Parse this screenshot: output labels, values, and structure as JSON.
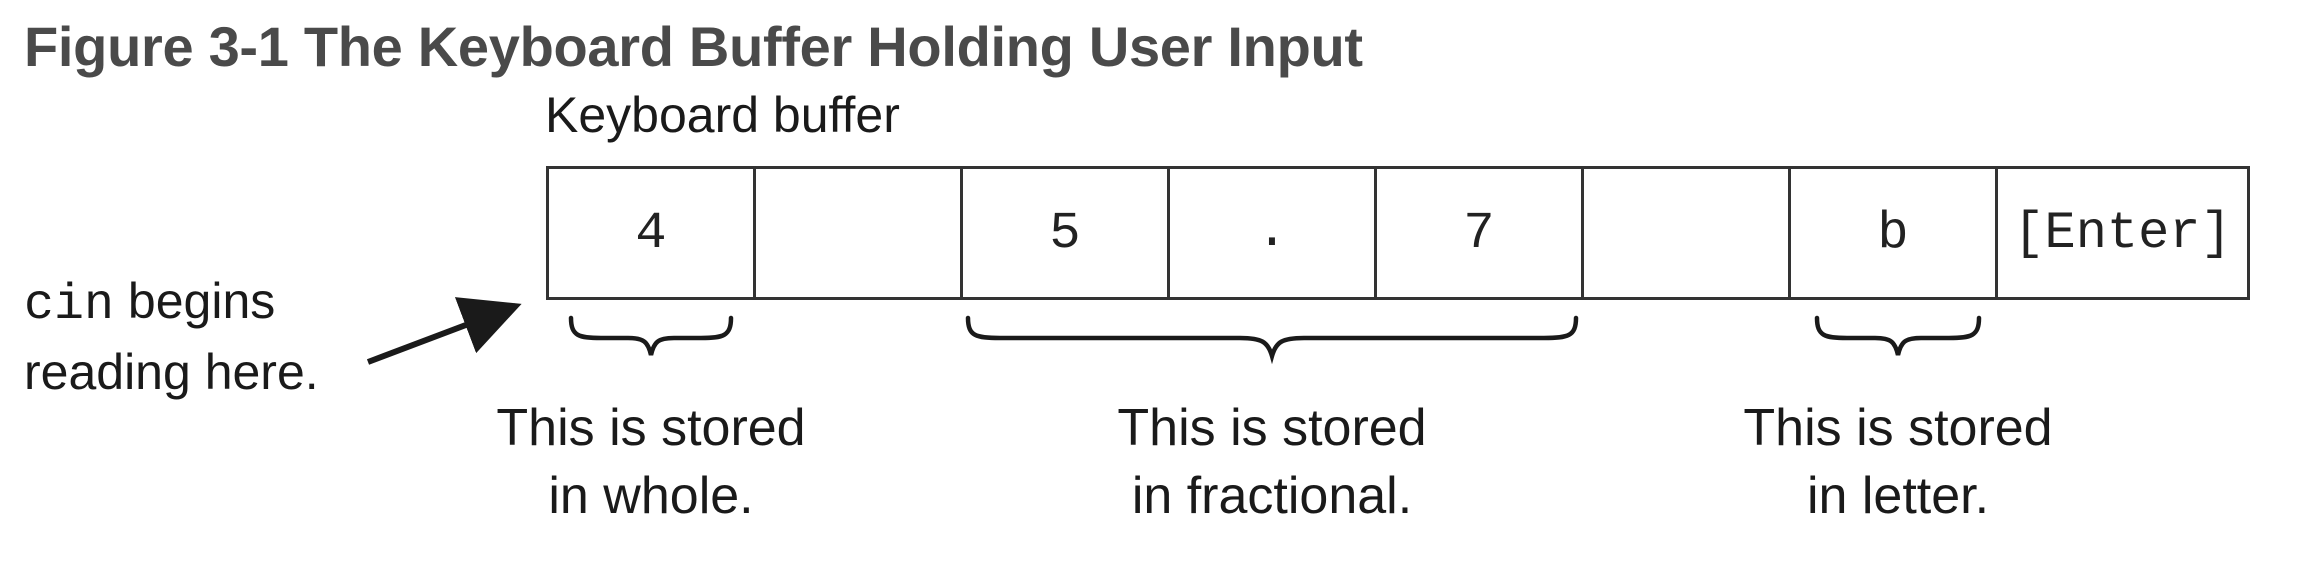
{
  "figure": {
    "title": "Figure 3-1 The Keyboard Buffer Holding User Input",
    "buffer_label": "Keyboard buffer"
  },
  "buffer": {
    "cells": [
      "4",
      "",
      "5",
      ".",
      "7",
      "",
      "b",
      "[Enter]"
    ]
  },
  "start_pointer": {
    "code": "cin",
    "text_line1_rest": " begins",
    "text_line2": "reading here."
  },
  "groups": [
    {
      "line1": "This is stored",
      "line2": "in whole."
    },
    {
      "line1": "This is stored",
      "line2": "in fractional."
    },
    {
      "line1": "This is stored",
      "line2": "in letter."
    }
  ],
  "colors": {
    "title": "#4a4a4a",
    "stroke": "#333333",
    "text": "#1a1a1a"
  }
}
